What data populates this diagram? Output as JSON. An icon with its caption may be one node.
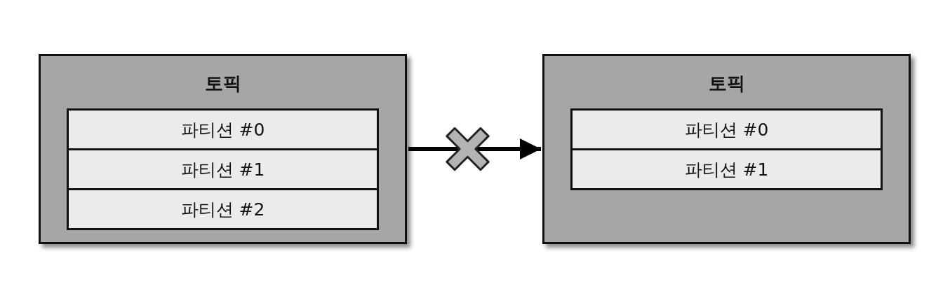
{
  "diagram": {
    "nodes": [
      {
        "text": [
          "토픽"
        ]
      },
      {
        "text": [
          "파티션 #0"
        ],
        "in": 0
      },
      {
        "text": [
          "파티션 #1"
        ],
        "in": 0
      },
      {
        "text": [
          "파티션 #2"
        ],
        "in": 0
      },
      {
        "text": [
          "토픽"
        ]
      },
      {
        "text": [
          "파티션 #0"
        ],
        "in": 4
      },
      {
        "text": [
          "파티션 #1"
        ],
        "in": 4
      }
    ],
    "edges": [
      {
        "from": 0,
        "to": 4,
        "arrow": "to"
      }
    ]
  }
}
